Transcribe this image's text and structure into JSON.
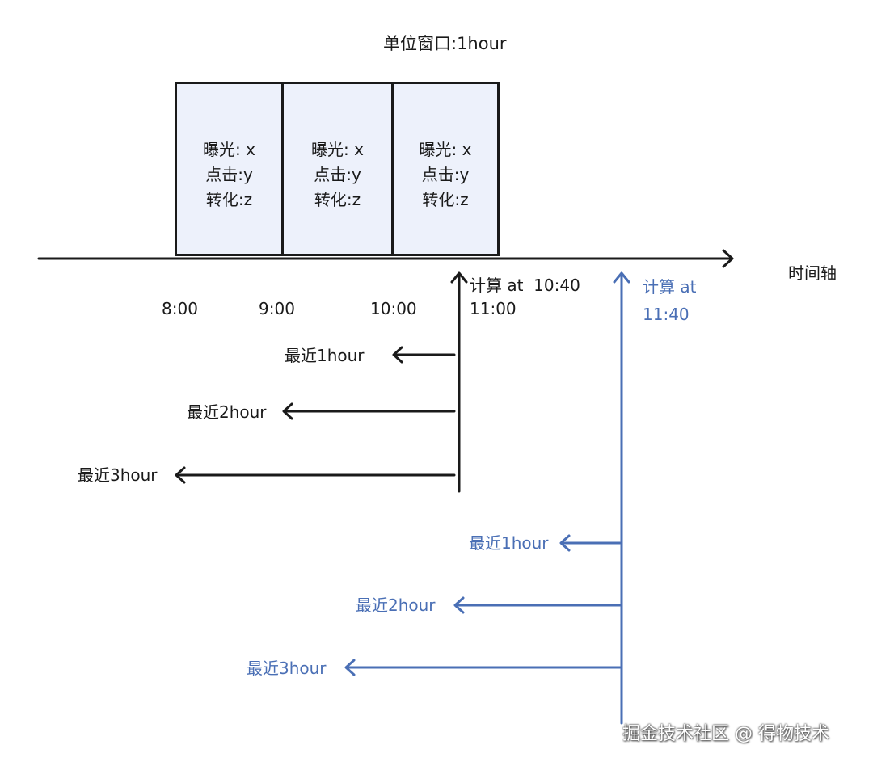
{
  "title": "单位窗口:1hour",
  "axis_label": "时间轴",
  "windows": [
    {
      "exposure": "曝光: x",
      "click": "点击:y",
      "conversion": "转化:z"
    },
    {
      "exposure": "曝光: x",
      "click": "点击:y",
      "conversion": "转化:z"
    },
    {
      "exposure": "曝光: x",
      "click": "点击:y",
      "conversion": "转化:z"
    }
  ],
  "ticks": [
    "8:00",
    "9:00",
    "10:00",
    "11:00"
  ],
  "compute_black": {
    "label": "计算 at  10:40",
    "ranges": [
      "最近1hour",
      "最近2hour",
      "最近3hour"
    ]
  },
  "compute_blue": {
    "label_line1": "计算 at",
    "label_line2": "11:40",
    "ranges": [
      "最近1hour",
      "最近2hour",
      "最近3hour"
    ]
  },
  "watermark": "掘金技术社区 @ 得物技术",
  "colors": {
    "black": "#1a1a1a",
    "blue": "#4a6fb5",
    "box_fill": "#edf1fb"
  }
}
